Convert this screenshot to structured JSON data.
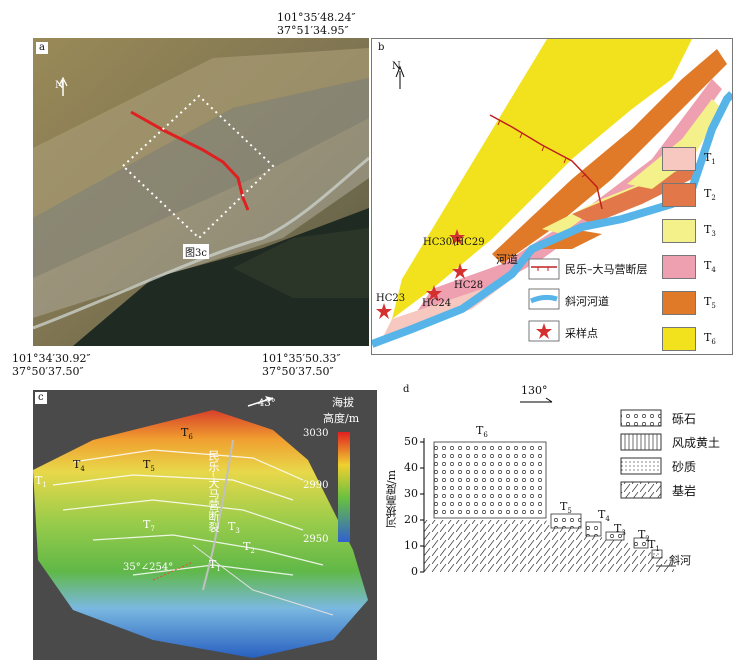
{
  "panel_a": {
    "letter": "a",
    "coord_tr_1": "101°35′48.24″",
    "coord_tr_2": "37°51′34.95″",
    "coord_bl_1": "101°34′30.92″",
    "coord_bl_2": "37°50′37.50″",
    "coord_br_1": "101°35′50.33″",
    "coord_br_2": "37°50′37.50″",
    "north": "N",
    "inset_label": "图3c"
  },
  "panel_b": {
    "letter": "b",
    "north": "N",
    "samples": [
      "HC30\\HC29",
      "HC28",
      "HC24",
      "HC23"
    ],
    "river_label": "河道",
    "legend_left": [
      {
        "label": "民乐–大马营断层"
      },
      {
        "label": "斜河河道"
      },
      {
        "label": "采样点"
      }
    ],
    "legend_right": [
      {
        "label": "T",
        "sub": "1",
        "color": "#f6c8c0"
      },
      {
        "label": "T",
        "sub": "2",
        "color": "#e2784a"
      },
      {
        "label": "T",
        "sub": "3",
        "color": "#f4f08a"
      },
      {
        "label": "T",
        "sub": "4",
        "color": "#ee9fb0"
      },
      {
        "label": "T",
        "sub": "5",
        "color": "#e07a28"
      },
      {
        "label": "T",
        "sub": "6",
        "color": "#f2e21e"
      }
    ]
  },
  "panel_c": {
    "letter": "c",
    "legend_title_1": "海拔",
    "legend_title_2": "高度/m",
    "ticks": [
      "3030",
      "2990",
      "2950"
    ],
    "angle_label": "43°",
    "dip_label": "35°∠254°",
    "fault_label": "民乐–大马营断裂",
    "terraces": [
      {
        "t": "T",
        "s": "6"
      },
      {
        "t": "T",
        "s": "5"
      },
      {
        "t": "T",
        "s": "4"
      },
      {
        "t": "T",
        "s": "1"
      },
      {
        "t": "T",
        "s": "7"
      },
      {
        "t": "T",
        "s": "3"
      },
      {
        "t": "T",
        "s": "2"
      },
      {
        "t": "T",
        "s": "1"
      }
    ]
  },
  "panel_d": {
    "letter": "d",
    "direction": "130°",
    "ylabel": "河拔高度/m",
    "yticks": [
      "50",
      "40",
      "30",
      "20",
      "10",
      "0"
    ],
    "terrace_labels": [
      {
        "t": "T",
        "s": "6"
      },
      {
        "t": "T",
        "s": "5"
      },
      {
        "t": "T",
        "s": "4"
      },
      {
        "t": "T",
        "s": "3"
      },
      {
        "t": "T",
        "s": "2"
      },
      {
        "t": "T",
        "s": "1"
      }
    ],
    "river": "斜河",
    "legend": [
      "砾石",
      "风成黄土",
      "砂质",
      "基岩"
    ]
  }
}
